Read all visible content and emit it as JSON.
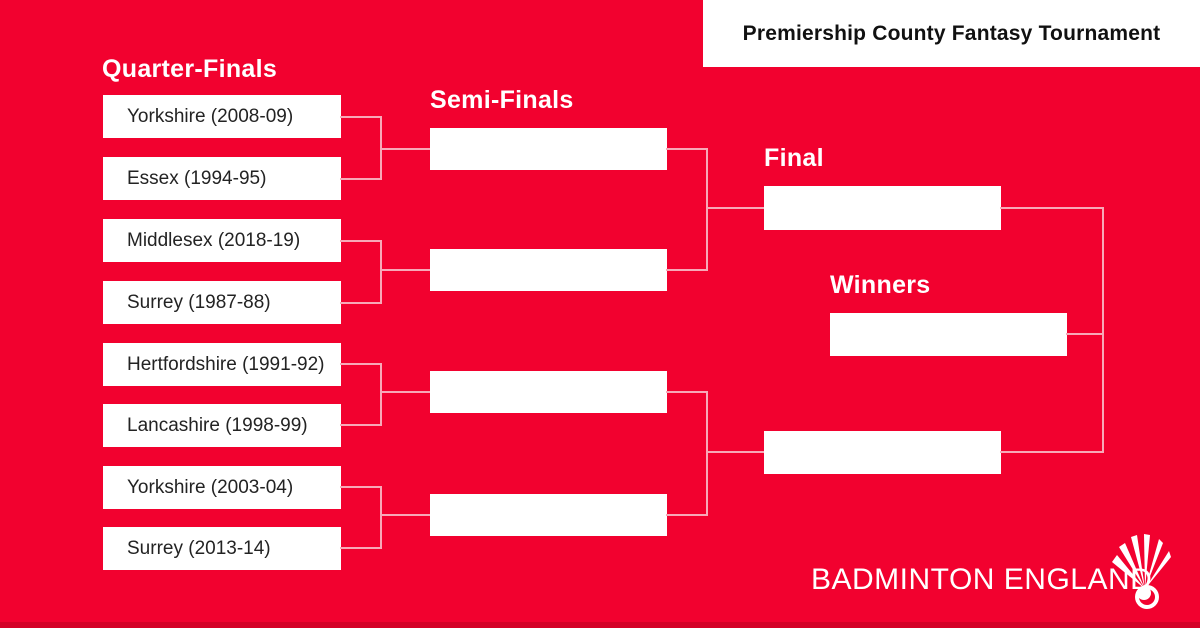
{
  "banner": {
    "title": "Premiership County Fantasy Tournament"
  },
  "headings": {
    "quarter_finals": "Quarter-Finals",
    "semi_finals": "Semi-Finals",
    "final": "Final",
    "winners": "Winners"
  },
  "quarter_finals": {
    "teams": [
      "Yorkshire (2008-09)",
      "Essex (1994-95)",
      "Middlesex (2018-19)",
      "Surrey (1987-88)",
      "Hertfordshire (1991-92)",
      "Lancashire (1998-99)",
      "Yorkshire (2003-04)",
      "Surrey (2013-14)"
    ]
  },
  "semi_finals": {
    "slots": [
      "",
      "",
      "",
      ""
    ]
  },
  "final": {
    "slots": [
      "",
      ""
    ]
  },
  "winners": {
    "slot": ""
  },
  "footer": {
    "brand": "BADMINTON ENGLAND"
  },
  "icons": {
    "shuttlecock": "shuttlecock-icon"
  },
  "colors": {
    "background": "#f2012f",
    "bottom_strip": "#d40127",
    "banner_bg": "#ffffff",
    "banner_text": "#111111",
    "heading_text": "#ffffff",
    "box_bg": "#ffffff",
    "box_text": "#232323",
    "connector": "#f7a9b8"
  }
}
